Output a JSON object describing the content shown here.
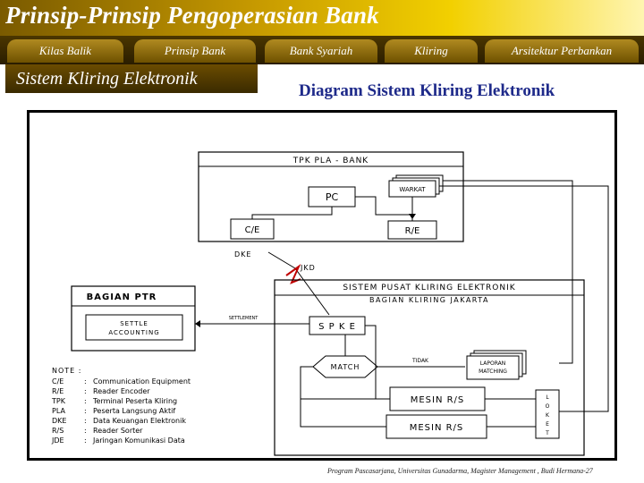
{
  "header": {
    "title": "Prinsip-Prinsip Pengoperasian Bank"
  },
  "nav": {
    "tabs": [
      {
        "label": "Kilas Balik"
      },
      {
        "label": "Prinsip Bank"
      },
      {
        "label": "Bank Syariah"
      },
      {
        "label": "Kliring"
      },
      {
        "label": "Arsitektur Perbankan"
      }
    ]
  },
  "section": {
    "title": "Sistem Kliring Elektronik"
  },
  "page": {
    "title": "Diagram Sistem Kliring Elektronik"
  },
  "diagram": {
    "tpk_title": "TPK  PLA  -  BANK",
    "pc": "PC",
    "warkat": "WARKAT",
    "ce": "C/E",
    "re": "R/E",
    "dke": "DKE",
    "jkd": "JKD",
    "spke_title1": "SISTEM PUSAT KLIRING ELEKTRONIK",
    "spke_title2": "BAGIAN KLIRING JAKARTA",
    "spke": "S P K E",
    "match": "MATCH",
    "tidak": "TIDAK",
    "laporan1": "LAPORAN",
    "laporan2": "MATCHING",
    "mesin1": "MESIN  R/S",
    "mesin2": "MESIN  R/S",
    "loket": [
      "L",
      "O",
      "K",
      "E",
      "T"
    ],
    "ptr_title": "BAGIAN PTR",
    "settle1": "SETTLE",
    "settle2": "ACCOUNTING",
    "settlement": "SETTLEMENT",
    "note_title": "NOTE :",
    "legend": [
      {
        "code": "C/E",
        "desc": "Communication Equipment"
      },
      {
        "code": "R/E",
        "desc": "Reader Encoder"
      },
      {
        "code": "TPK",
        "desc": "Terminal Peserta Kliring"
      },
      {
        "code": "PLA",
        "desc": "Peserta Langsung Aktif"
      },
      {
        "code": "DKE",
        "desc": "Data Keuangan Elektronik"
      },
      {
        "code": "R/S",
        "desc": "Reader Sorter"
      },
      {
        "code": "JDE",
        "desc": "Jaringan Komunikasi Data"
      }
    ]
  },
  "footer": {
    "text": "Program Pascasarjana, Universitas Gunadarma,  Magister Management ,  Budi Hermana-27"
  },
  "colors": {
    "header_start": "#7a5a00",
    "header_end": "#fff5b0",
    "nav": "#2a1d00",
    "title_blue": "#1e2a8a"
  }
}
